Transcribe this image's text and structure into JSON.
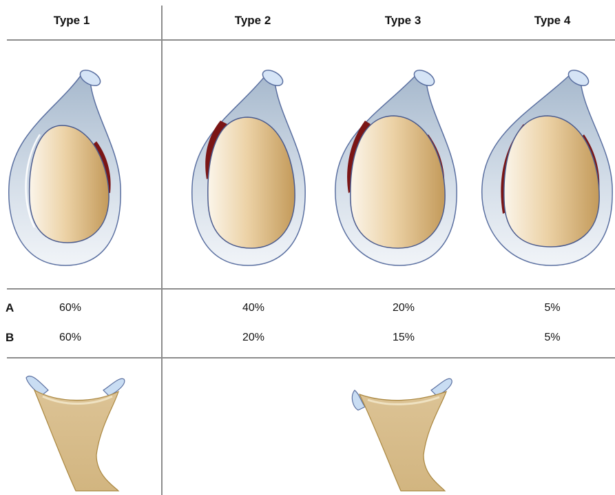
{
  "columns": [
    {
      "header": "Type 1",
      "a": "60%",
      "b": "60%"
    },
    {
      "header": "Type 2",
      "a": "40%",
      "b": "20%"
    },
    {
      "header": "Type 3",
      "a": "20%",
      "b": "15%"
    },
    {
      "header": "Type 4",
      "a": "5%",
      "b": "5%"
    }
  ],
  "rows": {
    "a_label": "A",
    "b_label": "B"
  }
}
